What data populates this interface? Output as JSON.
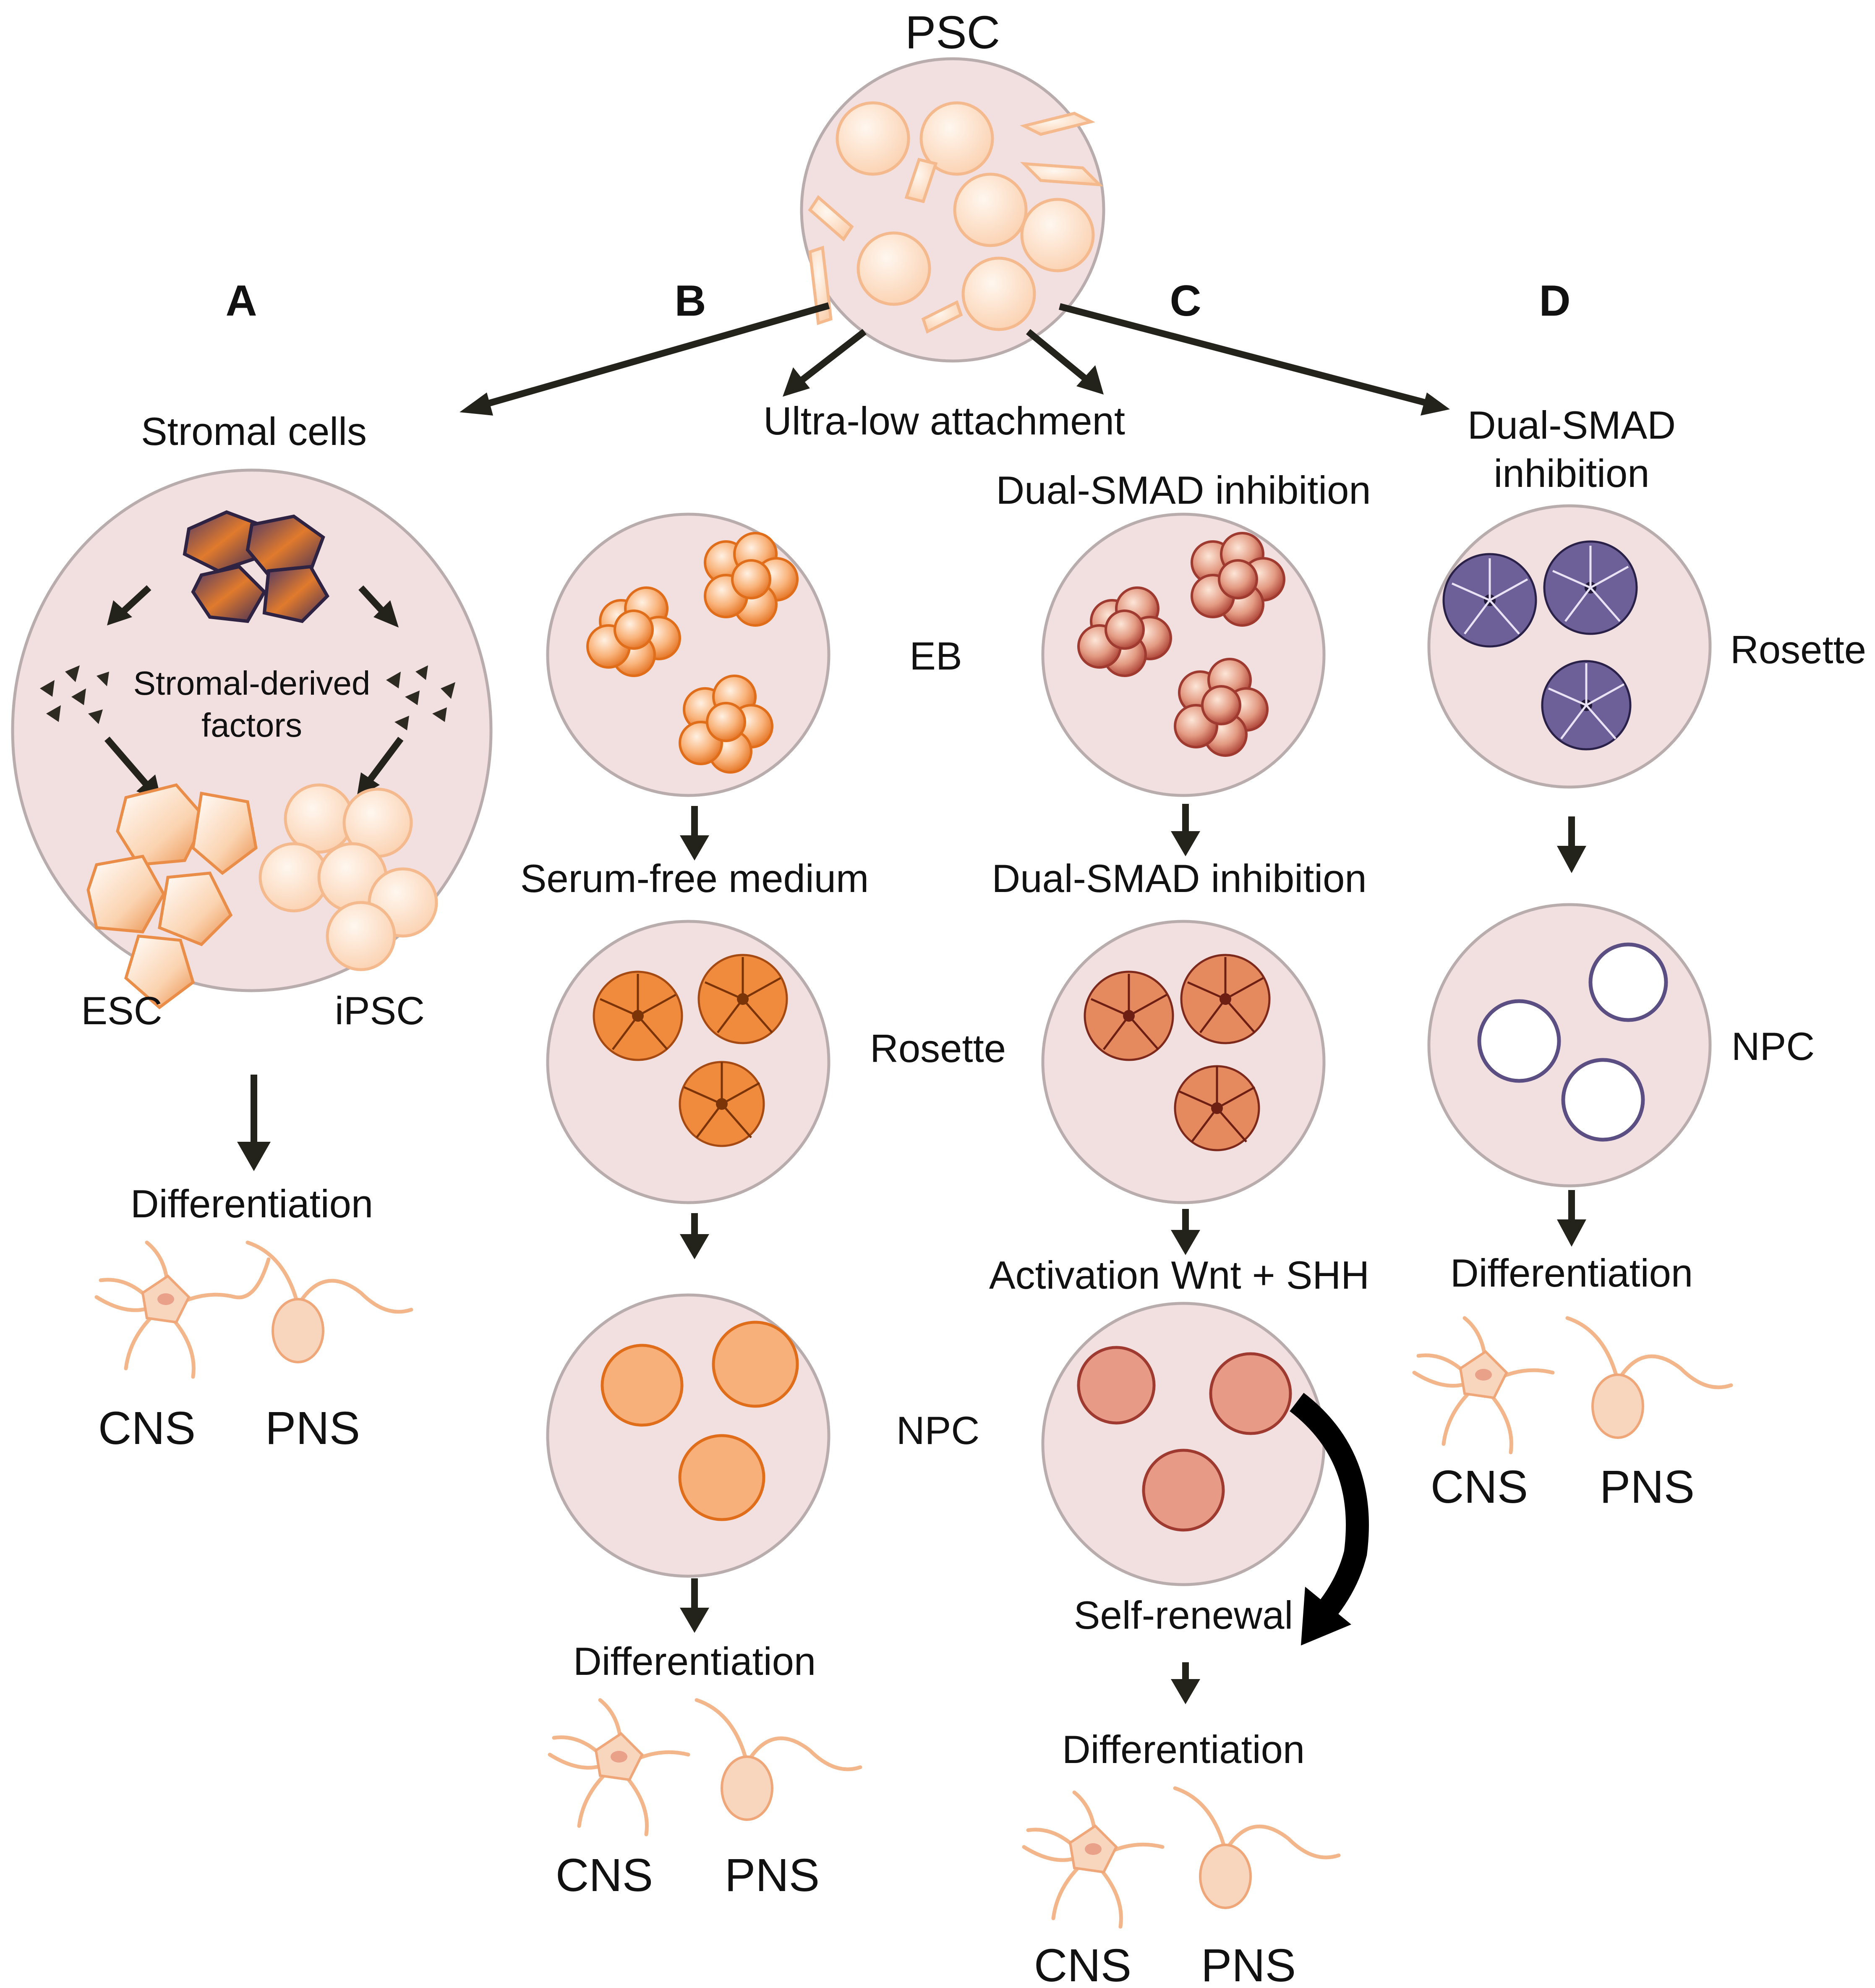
{
  "top": {
    "label": "PSC"
  },
  "panels": {
    "a": {
      "letter": "A",
      "step1": "Stromal cells",
      "factors_line1": "Stromal-derived",
      "factors_line2": "factors",
      "esc": "ESC",
      "ipsc": "iPSC",
      "differentiation": "Differentiation",
      "cns": "CNS",
      "pns": "PNS"
    },
    "b": {
      "letter": "B",
      "eb": "EB",
      "medium": "Serum-free medium",
      "rosette": "Rosette",
      "npc": "NPC",
      "differentiation": "Differentiation",
      "cns": "CNS",
      "pns": "PNS"
    },
    "c": {
      "letter": "C",
      "step1": "Dual-SMAD inhibition",
      "step2": "Dual-SMAD inhibition",
      "step3": "Activation Wnt + SHH",
      "self_renewal": "Self-renewal",
      "differentiation": "Differentiation",
      "cns": "CNS",
      "pns": "PNS"
    },
    "d": {
      "letter": "D",
      "step1_line1": "Dual-SMAD",
      "step1_line2": "inhibition",
      "rosette": "Rosette",
      "npc": "NPC",
      "differentiation": "Differentiation",
      "cns": "CNS",
      "pns": "PNS"
    }
  },
  "shared": {
    "ultra_low": "Ultra-low attachment"
  },
  "colors": {
    "dish": "#f2dfe0",
    "orange": "#f08a3c",
    "red_brown": "#b8463a",
    "purple": "#5a4e82",
    "neuron": "#f3b68b",
    "arrow": "#23231c"
  }
}
